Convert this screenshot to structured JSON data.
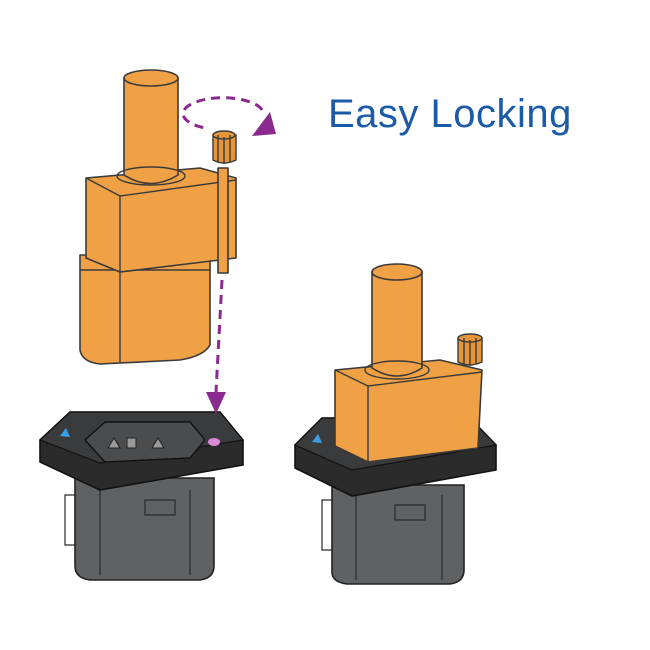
{
  "title": {
    "text": "Easy Locking",
    "color": "#1a5aa8"
  },
  "colors": {
    "plug_orange": "#f1a145",
    "plug_outline": "#3a3a3a",
    "socket_body": "#5f6163",
    "socket_frame": "#2b2b2b",
    "arrow_purple": "#8a2a8e",
    "triangle_blue": "#3aa0e6",
    "indicator_pink": "#d98ad6"
  },
  "illustrations": {
    "left": "unlocked-plug-above-socket",
    "right": "plug-locked-into-socket"
  },
  "icons": {
    "rotate_arrow": "rotate-arrow-icon",
    "insert_arrow": "insert-arrow-icon",
    "alignment_mark": "triangle-mark-icon"
  }
}
